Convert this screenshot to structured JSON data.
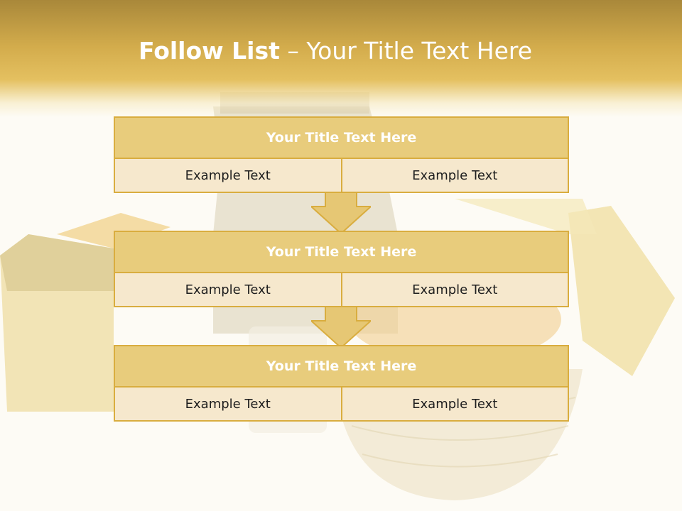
{
  "slide": {
    "title_bold": "Follow List",
    "title_rest": " – Your Title Text Here"
  },
  "blocks": [
    {
      "title": "Your Title Text Here",
      "left": "Example Text",
      "right": "Example Text"
    },
    {
      "title": "Your Title Text Here",
      "left": "Example Text",
      "right": "Example Text"
    },
    {
      "title": "Your Title Text Here",
      "left": "Example Text",
      "right": "Example Text"
    }
  ],
  "colors": {
    "accent": "#d9ad3f",
    "header_fill": "#e8cc7c",
    "cell_fill": "#f6e8cd",
    "arrow_fill": "#e6c774"
  }
}
